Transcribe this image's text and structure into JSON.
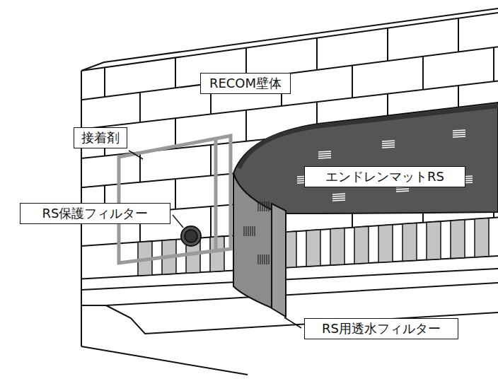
{
  "diagram": {
    "nodes": [
      {
        "text": [
          "RECOM壁体"
        ]
      },
      {
        "text": [
          "接着剤"
        ]
      },
      {
        "text": [
          "エンドレンマットRS"
        ]
      },
      {
        "text": [
          "RS保護フィルター"
        ]
      },
      {
        "text": [
          "RS用透水フィルター"
        ]
      }
    ]
  }
}
